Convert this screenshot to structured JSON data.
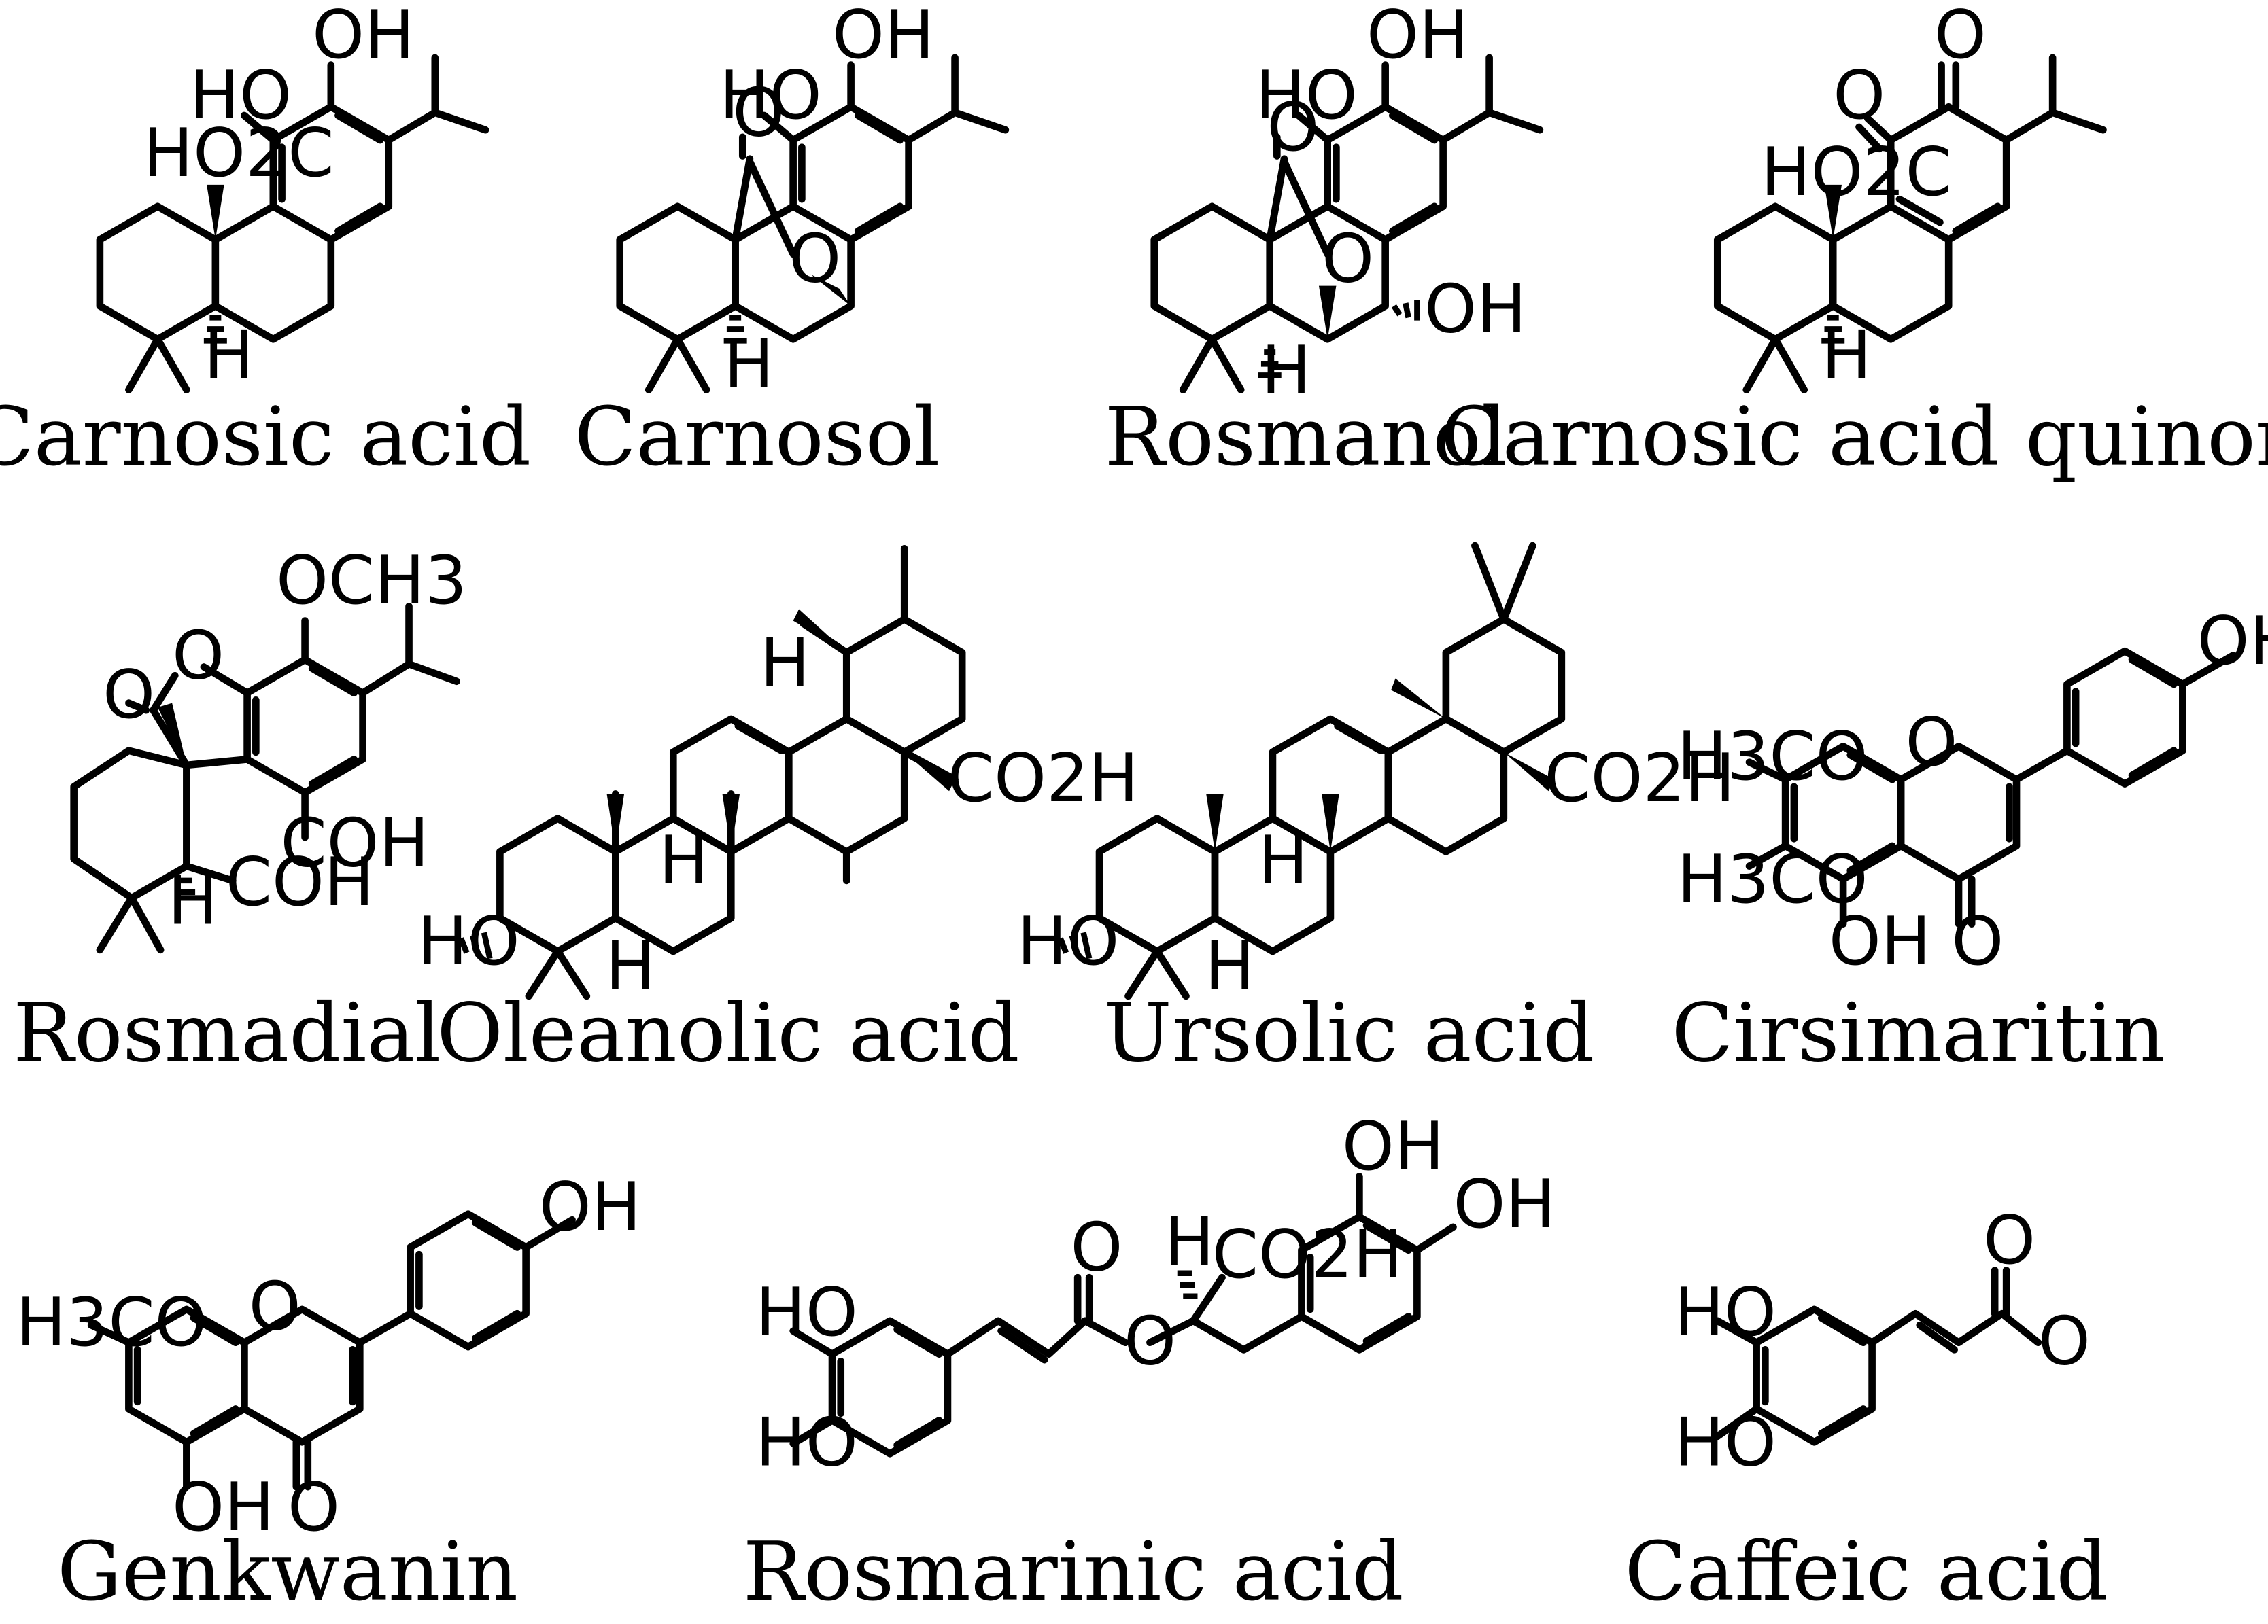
{
  "compounds": [
    {
      "id": "carnosic-acid",
      "name": "Carnosic acid",
      "labels": [
        "OH",
        "HO",
        "HO2C",
        "H"
      ]
    },
    {
      "id": "carnosol",
      "name": "Carnosol",
      "labels": [
        "OH",
        "HO",
        "O",
        "O",
        "H"
      ]
    },
    {
      "id": "rosmanol",
      "name": "Rosmanol",
      "labels": [
        "OH",
        "HO",
        "O",
        "O",
        "OH",
        "H"
      ]
    },
    {
      "id": "carnosic-acid-quinone",
      "name": "Carnosic acid quinone",
      "labels": [
        "O",
        "O",
        "HO2C",
        "H"
      ]
    },
    {
      "id": "rosmadial",
      "name": "Rosmadial",
      "labels": [
        "OCH3",
        "O",
        "O",
        "COH",
        "COH",
        "H"
      ]
    },
    {
      "id": "oleanolic-acid",
      "name": "Oleanolic acid",
      "labels": [
        "H",
        "CO2H",
        "H",
        "HO",
        "H"
      ]
    },
    {
      "id": "ursolic-acid",
      "name": "Ursolic acid",
      "labels": [
        "CO2H",
        "H",
        "HO",
        "H"
      ]
    },
    {
      "id": "cirsimaritin",
      "name": "Cirsimaritin",
      "labels": [
        "OH",
        "O",
        "H3CO",
        "H3CO",
        "OH",
        "O"
      ]
    },
    {
      "id": "genkwanin",
      "name": "Genkwanin",
      "labels": [
        "OH",
        "O",
        "H3CO",
        "OH",
        "O"
      ]
    },
    {
      "id": "rosmarinic-acid",
      "name": "Rosmarinic acid",
      "labels": [
        "OH",
        "OH",
        "H",
        "CO2H",
        "O",
        "HO",
        "O",
        "HO"
      ]
    },
    {
      "id": "caffeic-acid",
      "name": "Caffeic acid",
      "labels": [
        "O",
        "HO",
        "O",
        "HO"
      ]
    }
  ]
}
